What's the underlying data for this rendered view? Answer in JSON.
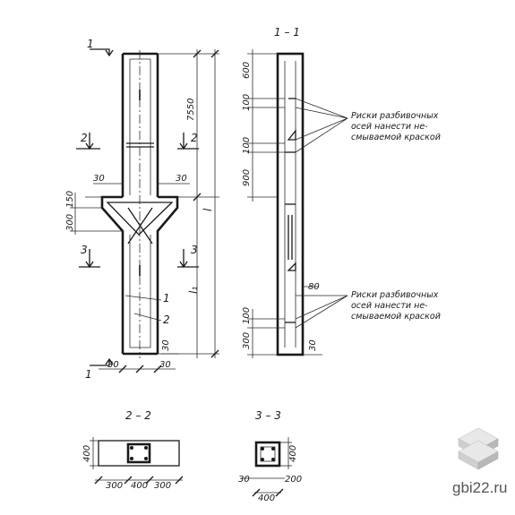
{
  "sections": {
    "s11": "1 – 1",
    "s22": "2 – 2",
    "s33": "3 – 3",
    "mark1": "1",
    "mark2": "2",
    "mark3": "3"
  },
  "elevation_dims": {
    "total": "7550",
    "l": "l",
    "l1": "l₁",
    "d30": "30",
    "d150": "150",
    "d300": "300"
  },
  "callouts": {
    "c1": "1",
    "c2": "2"
  },
  "section11_dims": {
    "d600": "600",
    "d100": "100",
    "d100b": "100",
    "d900": "900",
    "d80": "80",
    "d100c": "100",
    "d300": "300",
    "d30": "30"
  },
  "notes": {
    "top": [
      "Риски разбивочных",
      "осей нанести не-",
      "смываемой краской"
    ],
    "bottom": [
      "Риски разбивочных",
      "осей нанести не-",
      "смываемой краской"
    ]
  },
  "section22_dims": {
    "h": "400",
    "w1": "300",
    "w2": "400",
    "w3": "300"
  },
  "section33_dims": {
    "h": "400",
    "w": "400",
    "off": "30",
    "off2": "200"
  },
  "watermark": "gbi22.ru"
}
